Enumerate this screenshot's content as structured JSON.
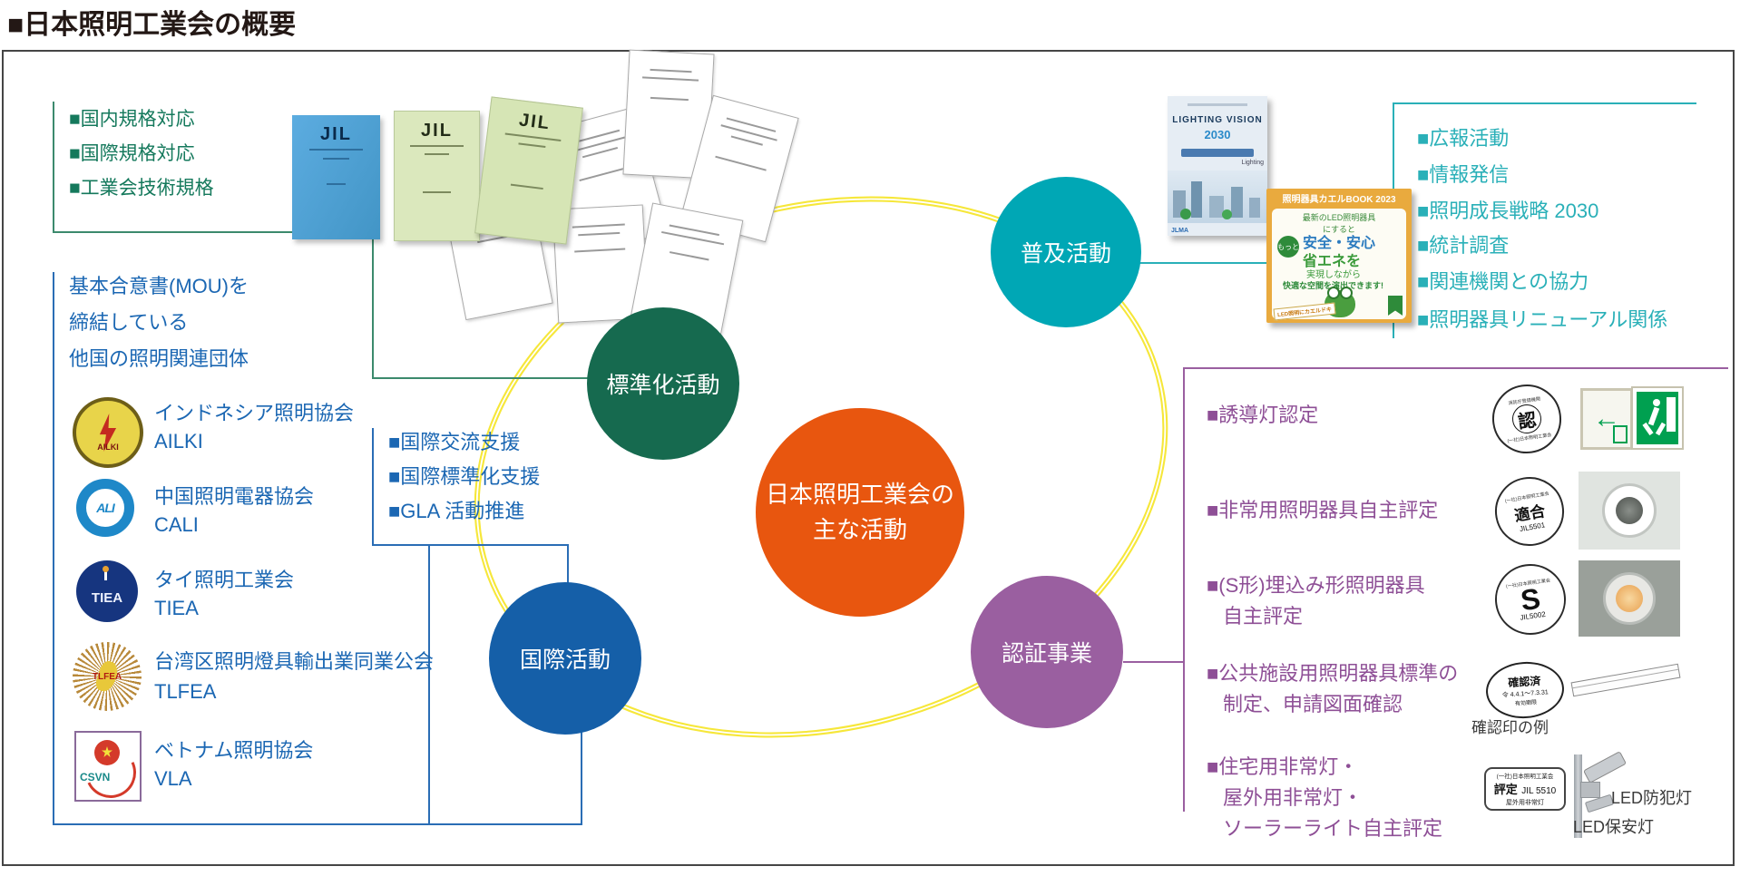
{
  "title": "■日本照明工業会の概要",
  "std_box": {
    "items": [
      "■国内規格対応",
      "■国際規格対応",
      "■工業会技術規格"
    ]
  },
  "books": {
    "jil_label": "JIL"
  },
  "mou_box": {
    "heading_lines": [
      "基本合意書(MOU)を",
      "締結している",
      "他国の照明関連団体"
    ],
    "members": [
      {
        "name": "インドネシア照明協会",
        "acronym": "AILKI",
        "logo": "AILKI"
      },
      {
        "name": "中国照明電器協会",
        "acronym": "CALI",
        "logo": "ALI"
      },
      {
        "name": "タイ照明工業会",
        "acronym": "TIEA",
        "logo": "TIEA"
      },
      {
        "name": "台湾区照明燈具輸出業同業公会",
        "acronym": "TLFEA",
        "logo": "TLFEA"
      },
      {
        "name": "ベトナム照明協会",
        "acronym": "VLA",
        "logo": "CSVN"
      }
    ]
  },
  "intl_box": {
    "items": [
      "■国際交流支援",
      "■国際標準化支援",
      "■GLA 活動推進"
    ]
  },
  "circles": {
    "center_line1": "日本照明工業会の",
    "center_line2": "主な活動",
    "standardization": "標準化活動",
    "international": "国際活動",
    "dissemination": "普及活動",
    "certification": "認証事業"
  },
  "fukyu_box": {
    "items": [
      "■広報活動",
      "■情報発信",
      "■照明成長戦略 2030",
      "■統計調査",
      "■関連機関との協力",
      "■照明器具リニューアル関係"
    ]
  },
  "brochures": {
    "lighting_vision": {
      "title": "LIGHTING VISION",
      "year": "2030",
      "brand": "Lighting",
      "org": "JLMA"
    },
    "kaeru_book": {
      "header": "照明器具カエルBOOK 2023",
      "lead1": "最新のLED照明器具",
      "lead2": "にすると",
      "motto": "もっと",
      "line1": "安全・安心",
      "line2": "省エネを",
      "line3": "実現しながら",
      "line4": "快適な空間を演出できます!",
      "tag": "LED照明にカエルドキ"
    }
  },
  "ninsho_box": {
    "rows": [
      {
        "lines": [
          "■誘導灯認定"
        ]
      },
      {
        "lines": [
          "■非常用照明器具自主評定"
        ]
      },
      {
        "lines": [
          "■(S形)埋込み形照明器具",
          "自主評定"
        ]
      },
      {
        "lines": [
          "■公共施設用照明器具標準の",
          "制定、申請図面確認"
        ]
      },
      {
        "lines": [
          "■住宅用非常灯・",
          "屋外用非常灯・",
          "ソーラーライト自主評定"
        ]
      }
    ],
    "marks": {
      "nin": {
        "center": "認",
        "top": "消防庁登録機関",
        "bottom": "(一社)日本照明工業会"
      },
      "tekigo": {
        "center": "適合",
        "top": "(一社)日本照明工業会",
        "bottom": "JIL5501"
      },
      "s": {
        "center": "S",
        "top": "(一社)日本照明工業会",
        "bottom": "JIL5002"
      },
      "kakunin": {
        "line1": "確認済",
        "line2": "令 4.4.1〜7.3.31",
        "line3": "有効期限"
      },
      "hyotei": {
        "line1": "(一社)日本照明工業会",
        "line2_strong": "評定",
        "line2_rest": "JIL 5510",
        "line3": "屋外用非常灯"
      }
    },
    "captions": {
      "stamp_example": "確認印の例",
      "led_bohan": "LED防犯灯",
      "led_hoan": "LED保安灯"
    }
  },
  "colors": {
    "green_circle": "#166a4f",
    "blue_circle": "#155fa8",
    "teal_circle": "#00a7b5",
    "purple_circle": "#9a5fa0",
    "center_circle": "#e8560f",
    "ring_yellow": "#f6e73a",
    "green_text": "#15795c",
    "blue_text": "#1b67b3",
    "teal_text": "#2ab0b8",
    "purple_text": "#8e4f96"
  }
}
